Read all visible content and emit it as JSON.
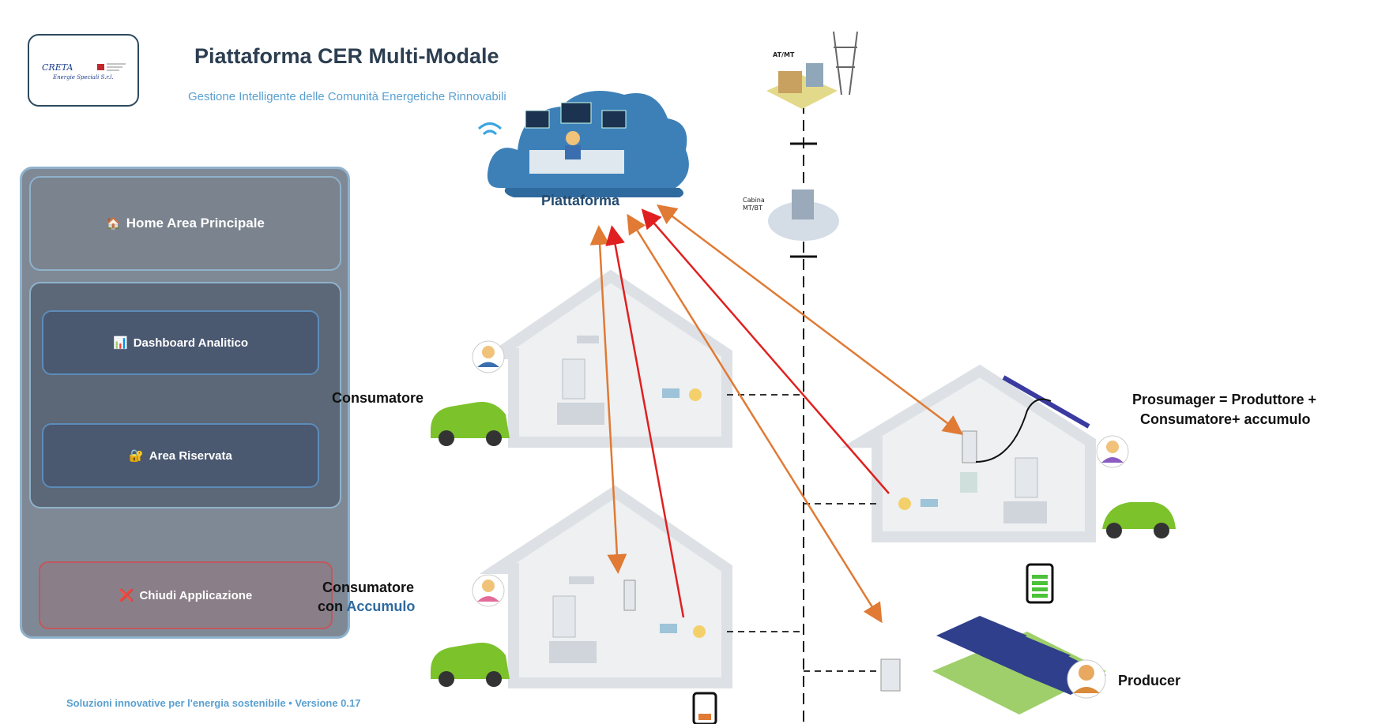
{
  "header": {
    "logo_text": "CRETA",
    "logo_subtext": "Energie Speciali S.r.l.",
    "title": "Piattaforma CER Multi-Modale",
    "subtitle": "Gestione Intelligente delle Comunità Energetiche Rinnovabili"
  },
  "sidebar": {
    "home": {
      "icon": "🏠",
      "label": "Home Area Principale"
    },
    "dashboard": {
      "icon": "📊",
      "label": "Dashboard Analitico"
    },
    "reserved": {
      "icon": "🔐",
      "label": "Area Riservata"
    },
    "close": {
      "icon": "❌",
      "label": "Chiudi Applicazione"
    }
  },
  "footer": {
    "text": "Soluzioni innovative per l'energia sostenibile • Versione 0.17"
  },
  "diagram": {
    "platform_label": "Piattaforma",
    "at_mt_label": "AT/MT",
    "cabina_label_1": "Cabina",
    "cabina_label_2": "MT/BT",
    "consumer_label": "Consumatore",
    "consumer_storage_label_1": "Consumatore",
    "consumer_storage_label_2a": "con ",
    "consumer_storage_label_2b": "Accumulo",
    "prosumager_label_1": "Prosumager = Produttore +",
    "prosumager_label_2": "Consumatore+ accumulo",
    "producer_label": "Producer",
    "colors": {
      "orange": "#e07a34",
      "red": "#e02020",
      "cloud": "#3d80b8",
      "car": "#7cc22a"
    }
  }
}
